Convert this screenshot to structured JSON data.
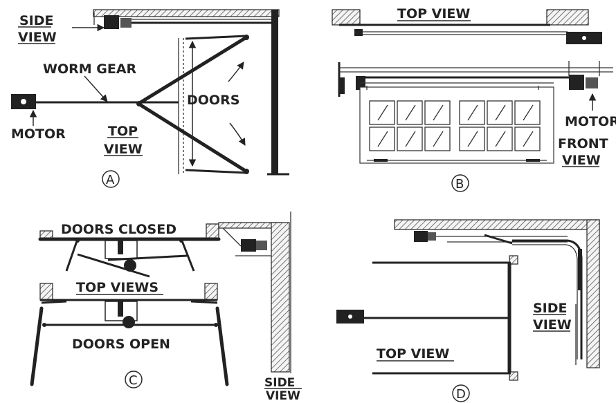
{
  "panel_a": {
    "side_view": [
      "SIDE",
      "VIEW"
    ],
    "worm_gear": "WORM GEAR",
    "doors": "DOORS",
    "motor": "MOTOR",
    "top_view": [
      "TOP",
      "VIEW"
    ],
    "marker": "A"
  },
  "panel_b": {
    "top_view": "TOP VIEW",
    "motor": "MOTOR",
    "front_view": [
      "FRONT",
      "VIEW"
    ],
    "marker": "B"
  },
  "panel_c": {
    "doors_closed": "DOORS CLOSED",
    "top_views": "TOP VIEWS",
    "doors_open": "DOORS OPEN",
    "side_view": [
      "SIDE",
      "VIEW"
    ],
    "marker": "C"
  },
  "panel_d": {
    "side_view": [
      "SIDE",
      "VIEW"
    ],
    "top_view": "TOP VIEW",
    "marker": "D"
  }
}
